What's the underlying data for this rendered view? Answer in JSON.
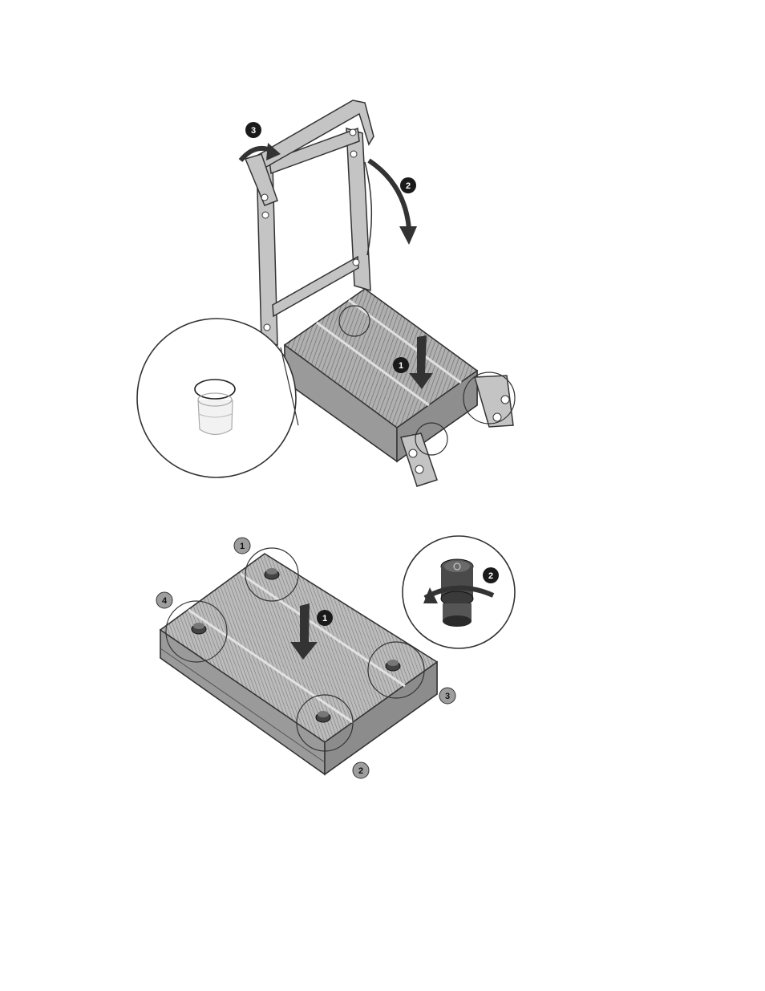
{
  "figures": {
    "top": {
      "callouts": [
        {
          "label": "1",
          "style": "dark"
        },
        {
          "label": "2",
          "style": "dark"
        },
        {
          "label": "3",
          "style": "dark"
        }
      ]
    },
    "bottom": {
      "callouts": [
        {
          "label": "1",
          "style": "light"
        },
        {
          "label": "1",
          "style": "dark"
        },
        {
          "label": "2",
          "style": "dark"
        },
        {
          "label": "4",
          "style": "light"
        },
        {
          "label": "3",
          "style": "light"
        },
        {
          "label": "2",
          "style": "light"
        }
      ]
    }
  },
  "colors": {
    "dark_callout": "#1a1a1a",
    "light_callout": "#9e9e9e",
    "metal": "#bdbdbd",
    "metal_dark": "#7d7d7d",
    "fins": "#8a8a8a",
    "outline": "#333333"
  }
}
